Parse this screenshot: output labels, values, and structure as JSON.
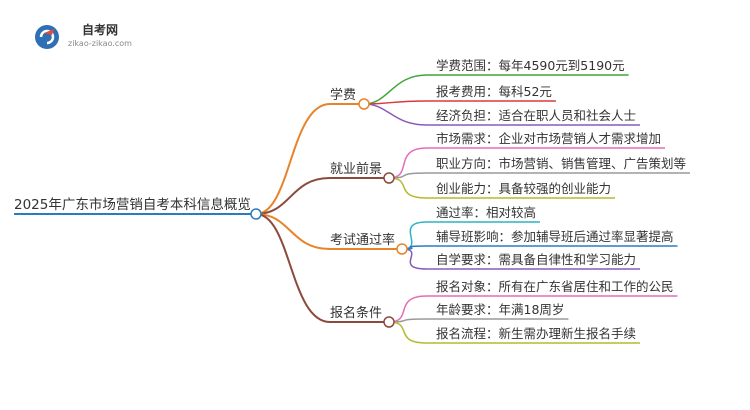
{
  "logo": {
    "title": "自考网",
    "subtitle": "zikao-zikao.com"
  },
  "root": {
    "label": "2025年广东市场营销自考本科信息概览",
    "color": "#2b7bbf"
  },
  "branches": [
    {
      "label": "学费",
      "color": "#e8832a",
      "children": [
        {
          "label": "学费范围：每年4590元到5190元",
          "color": "#3ea63a"
        },
        {
          "label": "报考费用：每科52元",
          "color": "#d93a3a"
        },
        {
          "label": "经济负担：适合在职人员和社会人士",
          "color": "#8a5bb5"
        }
      ]
    },
    {
      "label": "就业前景",
      "color": "#8b4a3c",
      "children": [
        {
          "label": "市场需求：企业对市场营销人才需求增加",
          "color": "#e46fb5"
        },
        {
          "label": "职业方向：市场营销、销售管理、广告策划等",
          "color": "#9a9a9a"
        },
        {
          "label": "创业能力：具备较强的创业能力",
          "color": "#b7b92c"
        }
      ]
    },
    {
      "label": "考试通过率",
      "color": "#e8832a",
      "children": [
        {
          "label": "通过率：相对较高",
          "color": "#2fb3c4"
        },
        {
          "label": "辅导班影响：参加辅导班后通过率显著提高",
          "color": "#2b7bbf"
        },
        {
          "label": "自学要求：需具备自律性和学习能力",
          "color": "#8a5bb5"
        }
      ]
    },
    {
      "label": "报名条件",
      "color": "#8b4a3c",
      "children": [
        {
          "label": "报名对象：所有在广东省居住和工作的公民",
          "color": "#e46fb5"
        },
        {
          "label": "年龄要求：年满18周岁",
          "color": "#9a9a9a"
        },
        {
          "label": "报名流程：新生需办理新生报名手续",
          "color": "#b7b92c"
        }
      ]
    }
  ]
}
